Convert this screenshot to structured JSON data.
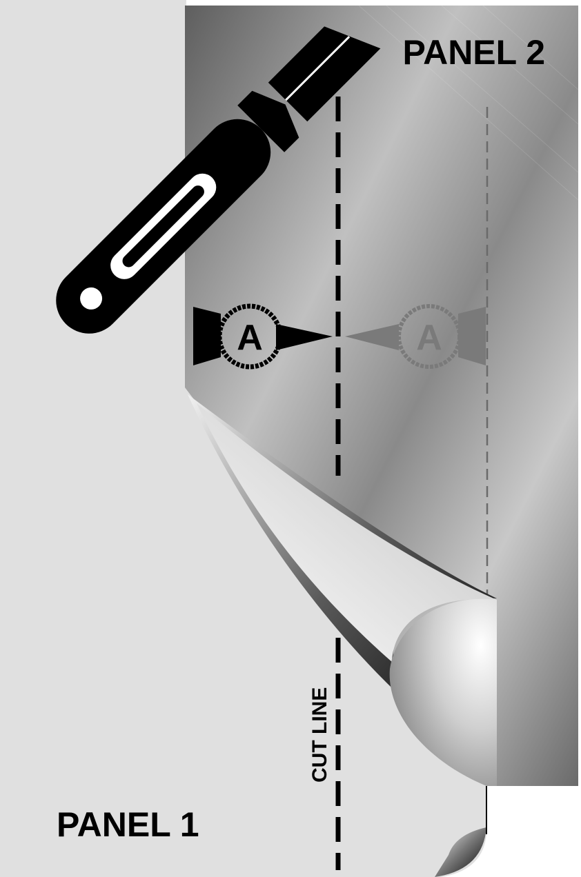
{
  "labels": {
    "panel_1": "PANEL 1",
    "panel_2": "PANEL 2",
    "cut_line": "CUT LINE"
  },
  "markers": [
    {
      "letter": "A",
      "style": "solid"
    },
    {
      "letter": "A",
      "style": "faded"
    }
  ],
  "icons": [
    "utility-knife-icon",
    "page-curl-icon",
    "alignment-marker-icon"
  ],
  "colors": {
    "panel_1_fill": "#e0e0e0",
    "panel_2_dark": "#6e6e6e",
    "panel_2_light": "#c4c4c4",
    "ink": "#000000",
    "faded_ink": "#8a8a8a"
  }
}
